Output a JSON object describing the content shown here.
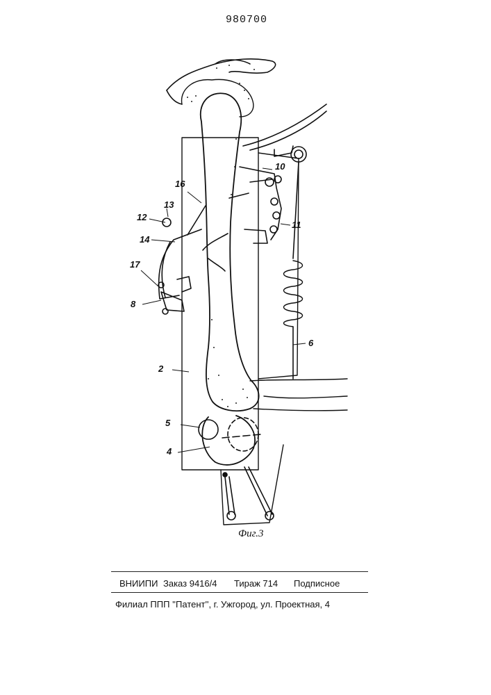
{
  "patent_number": "980700",
  "figure_caption": "Фиг.3",
  "labels": {
    "l2": "2",
    "l4": "4",
    "l5": "5",
    "l6": "6",
    "l8": "8",
    "l10": "10",
    "l11": "11",
    "l12": "12",
    "l13": "13",
    "l14": "14",
    "l16": "16",
    "l17": "17"
  },
  "footer": {
    "org": "ВНИИПИ",
    "order": "Заказ 9416/4",
    "circulation": "Тираж 714",
    "subscription": "Подписное",
    "branch": "Филиал ППП ''Патент'', г. Ужгород, ул. Проектная, 4"
  }
}
